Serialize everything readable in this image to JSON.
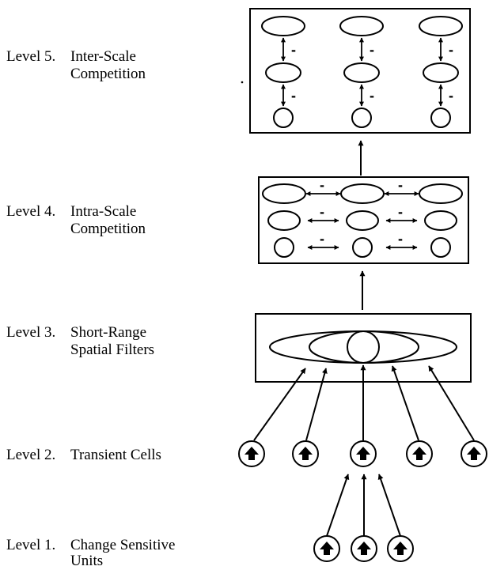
{
  "levels": [
    {
      "level": "Level 5.",
      "line1": "Inter-Scale",
      "line2": "Competition"
    },
    {
      "level": "Level 4.",
      "line1": "Intra-Scale",
      "line2": "Competition"
    },
    {
      "level": "Level 3.",
      "line1": "Short-Range",
      "line2": "Spatial Filters"
    },
    {
      "level": "Level 2.",
      "line1": "Transient Cells",
      "line2": ""
    },
    {
      "level": "Level 1.",
      "line1": "Change Sensitive",
      "line2": "Units"
    }
  ],
  "inhibition_sign": "-"
}
